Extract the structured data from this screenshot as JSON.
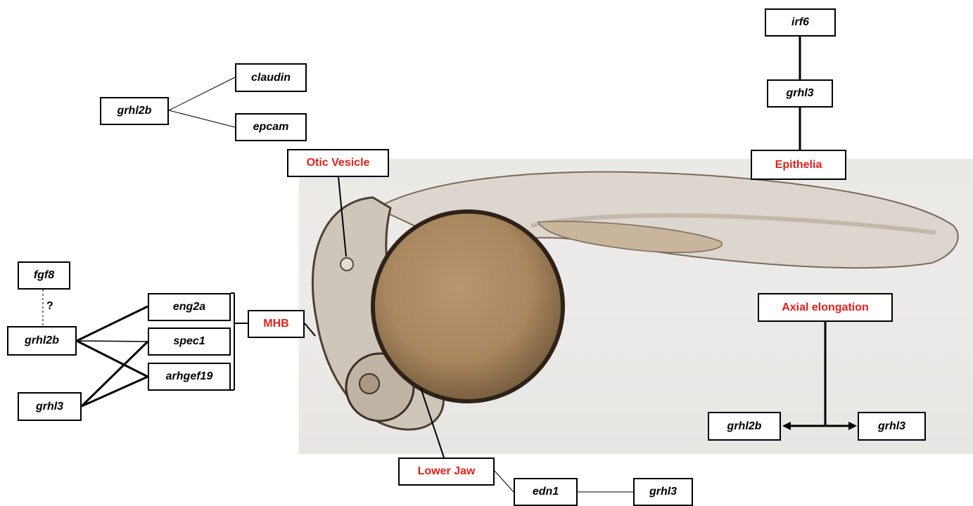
{
  "colors": {
    "region_label": "#e3201b",
    "gene_label": "#000000",
    "background": "#ffffff",
    "photo_background": "#ebe9e6",
    "yolk": "#a8865e",
    "tissue": "#5a4a3a"
  },
  "image_subject": "zebrafish-embryo-lateral-view",
  "genes": {
    "grhl2b_top": "grhl2b",
    "claudin": "claudin",
    "epcam": "epcam",
    "irf6": "irf6",
    "grhl3_top": "grhl3",
    "fgf8": "fgf8",
    "grhl2b_left": "grhl2b",
    "grhl3_left": "grhl3",
    "eng2a": "eng2a",
    "spec1": "spec1",
    "arhgef19": "arhgef19",
    "grhl2b_axial": "grhl2b",
    "grhl3_axial": "grhl3",
    "edn1": "edn1",
    "grhl3_jaw": "grhl3"
  },
  "regions": {
    "otic_vesicle": "Otic Vesicle",
    "epithelia": "Epithelia",
    "mhb": "MHB",
    "axial_elongation": "Axial elongation",
    "lower_jaw": "Lower Jaw"
  },
  "annotations": {
    "uncertain_link": "?"
  }
}
